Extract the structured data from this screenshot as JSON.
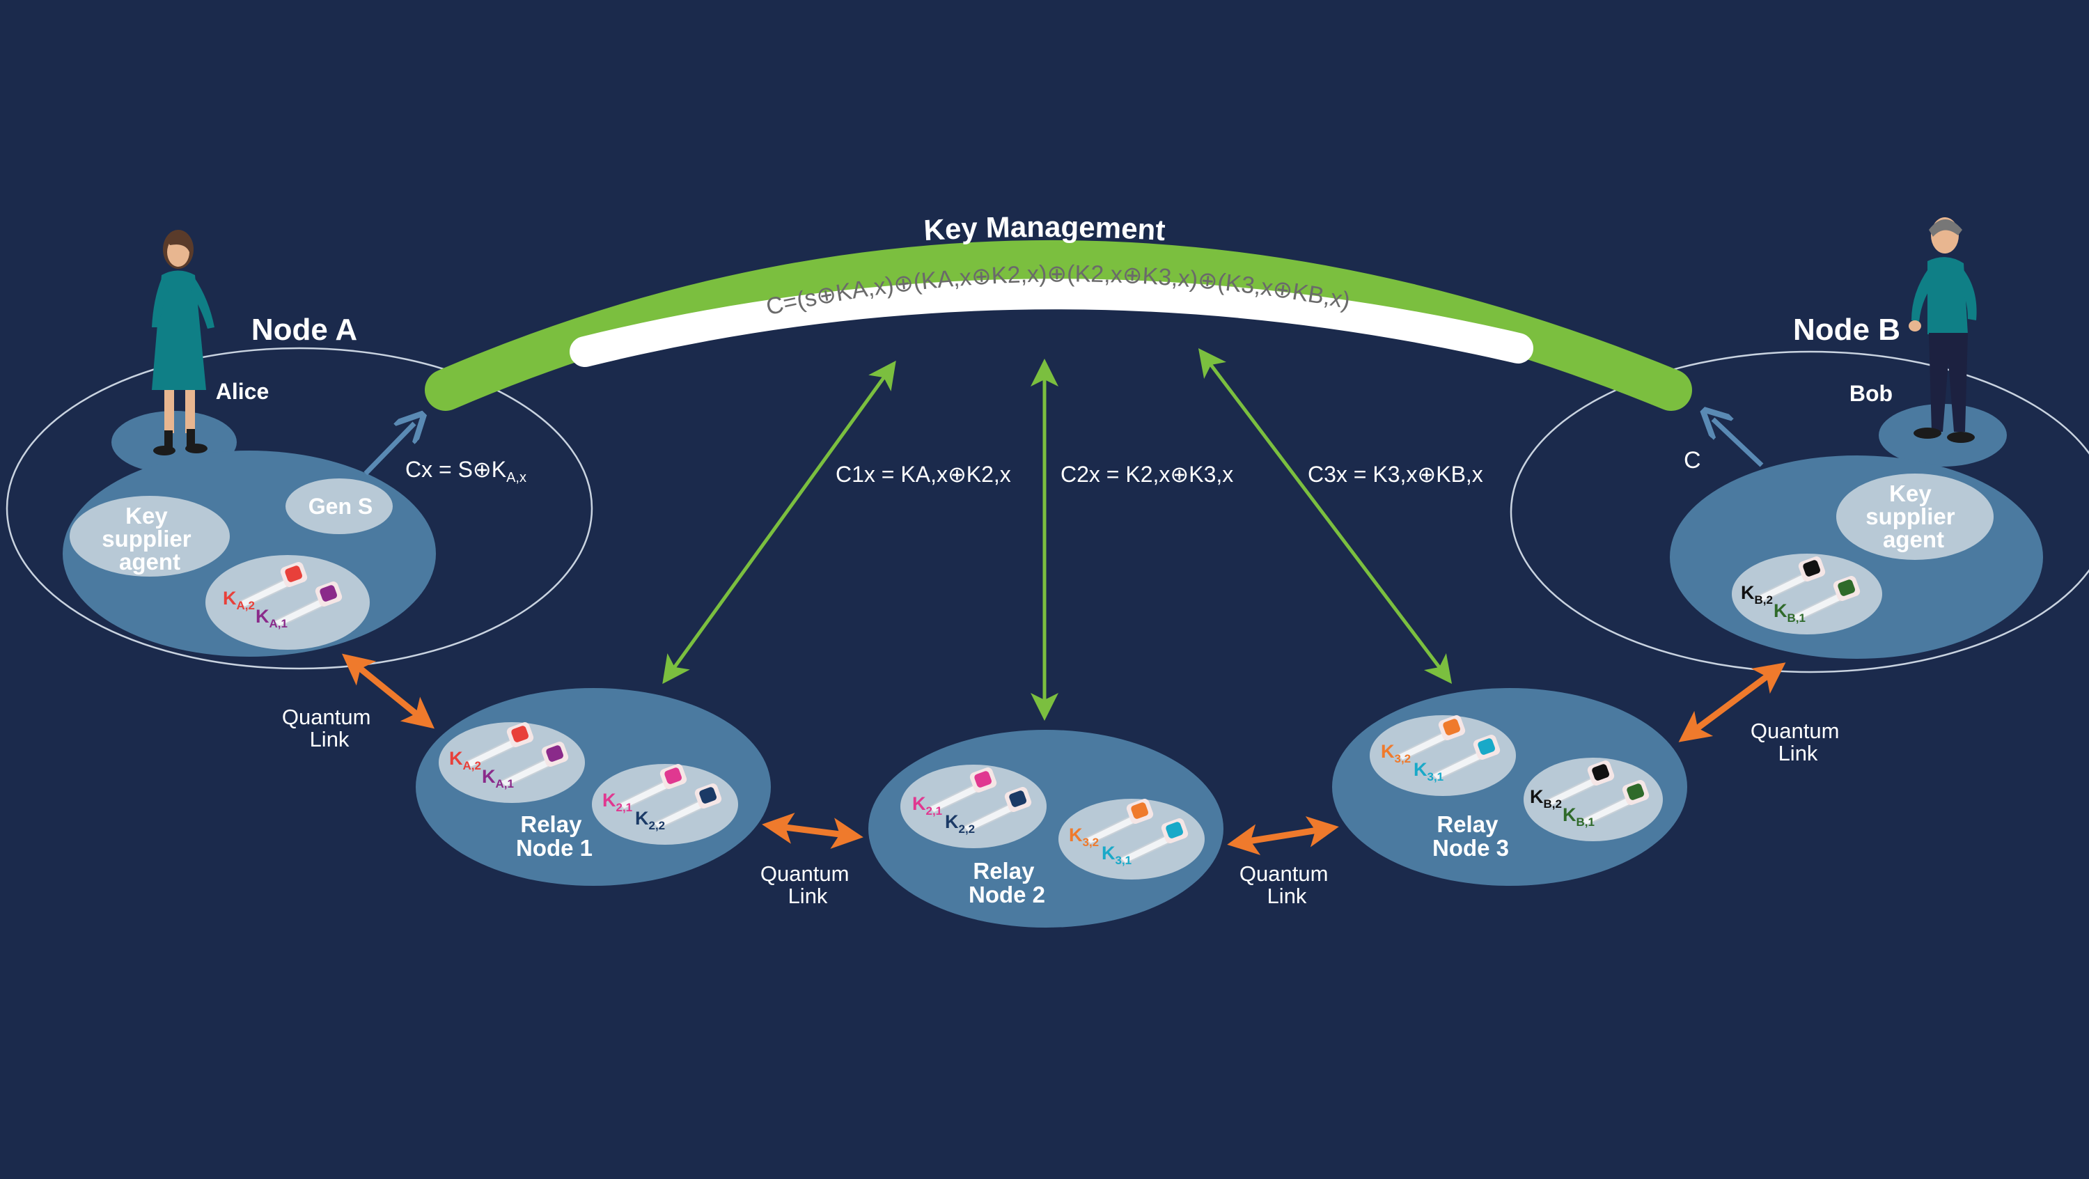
{
  "colors": {
    "background": "#1b2a4c",
    "node_fill": "#4b7aa0",
    "blob_fill": "#b8c9d6",
    "green": "#7bbf3f",
    "orange": "#ef7a2c",
    "text": "#ffffff"
  },
  "key_management": {
    "title": "Key Management",
    "formula": "C=(s⊕KA,x)⊕(KA,x⊕K2,x)⊕(K2,x⊕K3,x)⊕(K3,x⊕KB,x)"
  },
  "node_a": {
    "title": "Node A",
    "person": "Alice",
    "agent": [
      "Key",
      "supplier",
      "agent"
    ],
    "gen": "Gen S",
    "cipher_main": "Cx = S",
    "cipher_key_main": "K",
    "cipher_key_sub": "A,x",
    "keys": [
      {
        "main": "K",
        "sub": "A,2",
        "color": "#e8403a"
      },
      {
        "main": "K",
        "sub": "A,1",
        "color": "#8a2a8a"
      }
    ]
  },
  "node_b": {
    "title": "Node B",
    "person": "Bob",
    "agent": [
      "Key",
      "supplier",
      "agent"
    ],
    "cipher": "C",
    "keys": [
      {
        "main": "K",
        "sub": "B,2",
        "color": "#111111"
      },
      {
        "main": "K",
        "sub": "B,1",
        "color": "#2f6a2a"
      }
    ]
  },
  "relays": [
    {
      "title": [
        "Relay",
        "Node 1"
      ],
      "keys_left": [
        {
          "main": "K",
          "sub": "A,2",
          "color": "#e8403a"
        },
        {
          "main": "K",
          "sub": "A,1",
          "color": "#8a2a8a"
        }
      ],
      "keys_right": [
        {
          "main": "K",
          "sub": "2,1",
          "color": "#e03890"
        },
        {
          "main": "K",
          "sub": "2,2",
          "color": "#1b3a66"
        }
      ]
    },
    {
      "title": [
        "Relay",
        "Node 2"
      ],
      "keys_left": [
        {
          "main": "K",
          "sub": "2,1",
          "color": "#e03890"
        },
        {
          "main": "K",
          "sub": "2,2",
          "color": "#1b3a66"
        }
      ],
      "keys_right": [
        {
          "main": "K",
          "sub": "3,2",
          "color": "#ef7a2c"
        },
        {
          "main": "K",
          "sub": "3,1",
          "color": "#19a9c8"
        }
      ]
    },
    {
      "title": [
        "Relay",
        "Node 3"
      ],
      "keys_left": [
        {
          "main": "K",
          "sub": "3,2",
          "color": "#ef7a2c"
        },
        {
          "main": "K",
          "sub": "3,1",
          "color": "#19a9c8"
        }
      ],
      "keys_right": [
        {
          "main": "K",
          "sub": "B,2",
          "color": "#111111"
        },
        {
          "main": "K",
          "sub": "B,1",
          "color": "#2f6a2a"
        }
      ]
    }
  ],
  "cipher_labels": [
    {
      "text": "C1x = KA,x⊕K2,x"
    },
    {
      "text": "C2x = K2,x⊕K3,x"
    },
    {
      "text": "C3x = K3,x⊕KB,x"
    }
  ],
  "quantum_links": [
    {
      "line1": "Quantum",
      "line2": "Link"
    },
    {
      "line1": "Quantum",
      "line2": "Link"
    },
    {
      "line1": "Quantum",
      "line2": "Link"
    },
    {
      "line1": "Quantum",
      "line2": "Link"
    }
  ]
}
